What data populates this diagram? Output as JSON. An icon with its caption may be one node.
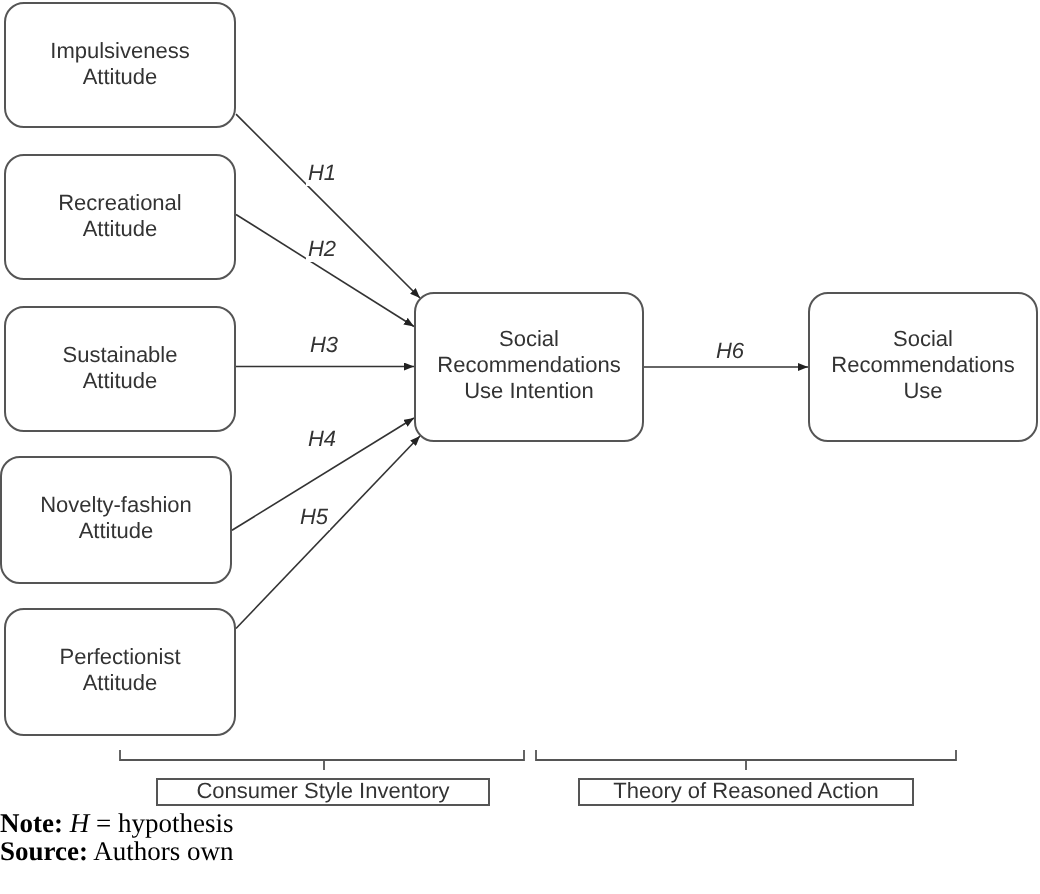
{
  "diagram": {
    "nodes": [
      {
        "text": [
          "Impulsiveness Attitude"
        ]
      },
      {
        "text": [
          "Recreational Attitude"
        ]
      },
      {
        "text": [
          "Sustainable Attitude"
        ]
      },
      {
        "text": [
          "Novelty-fashion Attitude"
        ]
      },
      {
        "text": [
          "Perfectionist Attitude"
        ]
      },
      {
        "text": [
          "Social Recommendations Use Intention"
        ]
      },
      {
        "text": [
          "Social Recommendations Use"
        ]
      },
      {
        "text": [
          "Consumer Style Inventory"
        ]
      },
      {
        "text": [
          "Theory of Reasoned Action"
        ]
      }
    ],
    "edges": [
      {
        "from": 0,
        "to": 5,
        "arrow": "to",
        "label": "H1"
      },
      {
        "from": 1,
        "to": 5,
        "arrow": "to",
        "label": "H2"
      },
      {
        "from": 2,
        "to": 5,
        "arrow": "to",
        "label": "H3"
      },
      {
        "from": 3,
        "to": 5,
        "arrow": "to",
        "label": "H4"
      },
      {
        "from": 4,
        "to": 5,
        "arrow": "to",
        "label": "H5"
      },
      {
        "from": 5,
        "to": 6,
        "arrow": "to",
        "label": "H6"
      }
    ],
    "labels": [
      "**Note:** *H* = hypothesis",
      "**Source:** Authors own"
    ]
  }
}
